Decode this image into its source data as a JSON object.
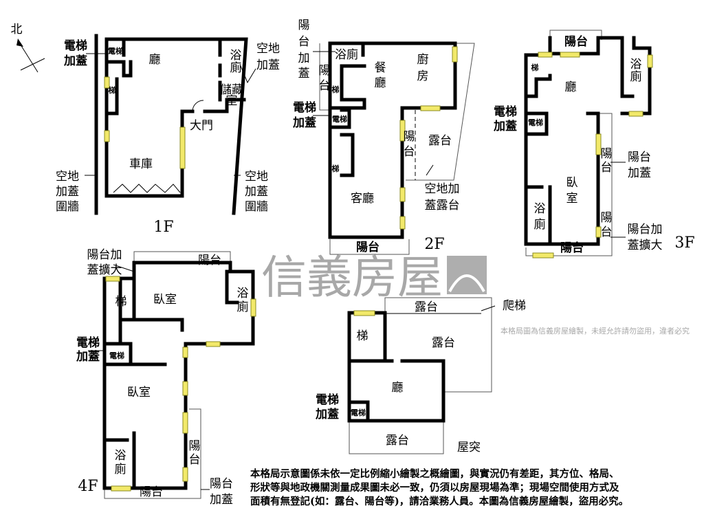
{
  "compass": {
    "north": "北"
  },
  "watermark": {
    "brand": "信義房屋",
    "notice": "本格局圖為信義房屋繪製，未經允許請勿盜用，違者必究",
    "color": "#9a9a9a"
  },
  "floors": {
    "f1": {
      "name": "1F",
      "labels": {
        "elevator_ext_1": "電梯",
        "elevator_ext_2": "加蓋",
        "elevator": "電梯",
        "hall": "廳",
        "stairs": "梯",
        "bath_1": "浴",
        "bath_2": "廁",
        "storage_1": "儲藏",
        "storage_2": "室",
        "open_ext_1": "空地",
        "open_ext_2": "加蓋",
        "door": "大門",
        "garage": "車庫",
        "wall_left_1": "空地",
        "wall_left_2": "加蓋",
        "wall_left_3": "圍牆",
        "wall_right_1": "空地",
        "wall_right_2": "加蓋",
        "wall_right_3": "圍牆"
      }
    },
    "f2": {
      "name": "2F",
      "labels": {
        "balc_ext_1": "陽",
        "balc_ext_2": "台",
        "balc_ext_3": "加",
        "balc_ext_4": "蓋",
        "bath": "浴廁",
        "balc_1": "陽",
        "balc_2": "台",
        "stairs": "梯",
        "dining_1": "餐",
        "dining_2": "廳",
        "kitchen_1": "廚",
        "kitchen_2": "房",
        "elevator_ext_1": "電梯",
        "elevator_ext_2": "加蓋",
        "elevator": "電梯",
        "balc_mid_1": "陽",
        "balc_mid_2": "台",
        "terrace": "露台",
        "stairs2": "梯",
        "living": "客廳",
        "terrace_ext_1": "空地加",
        "terrace_ext_2": "蓋露台",
        "balc_bottom": "陽台"
      }
    },
    "f3": {
      "name": "3F",
      "labels": {
        "balc_top": "陽台",
        "stairs": "梯",
        "bath_1": "浴",
        "bath_2": "廁",
        "hall": "廳",
        "elevator_ext_1": "電梯",
        "elevator_ext_2": "加蓋",
        "elevator": "電梯",
        "balc_r1_1": "陽",
        "balc_r1_2": "台",
        "balc_ext_1": "陽台",
        "balc_ext_2": "加蓋",
        "bedroom_1": "臥",
        "bedroom_2": "室",
        "bath2_1": "浴",
        "bath2_2": "廁",
        "balc_r2_1": "陽",
        "balc_r2_2": "台",
        "balc_big_1": "陽台加",
        "balc_big_2": "蓋擴大",
        "balc_bottom": "陽台"
      }
    },
    "f4": {
      "name": "4F",
      "labels": {
        "balc_big_1": "陽台加",
        "balc_big_2": "蓋擴大",
        "balc_top": "陽台",
        "stairs": "梯",
        "bedroom": "臥室",
        "bath_1": "浴",
        "bath_2": "廁",
        "elevator_ext_1": "電梯",
        "elevator_ext_2": "加蓋",
        "elevator": "電梯",
        "bedroom2": "臥室",
        "bath2_1": "浴",
        "bath2_2": "廁",
        "balc_r_1": "陽",
        "balc_r_2": "台",
        "balc_bottom": "陽台",
        "balc_ext_1": "陽台",
        "balc_ext_2": "加蓋"
      }
    },
    "roof": {
      "name": "屋突",
      "labels": {
        "terrace_top": "露台",
        "ladder": "爬梯",
        "stairs": "梯",
        "terrace_mid": "露台",
        "hall": "廳",
        "elevator_ext_1": "電梯",
        "elevator_ext_2": "加蓋",
        "elevator": "電梯",
        "terrace_bottom": "露台"
      }
    }
  },
  "disclaimer": [
    "本格局示意圖係未依一定比例縮小繪製之概繪圖，與實況仍有差距，其方位、格局、",
    "形狀等與地政機關測量成果圖未必一致，仍須以房屋現場為準；現場空間使用方式及",
    "面積有無登記(如：露台、陽台等)，請洽業務人員。本圖為信義房屋繪製，盜用必究。"
  ]
}
